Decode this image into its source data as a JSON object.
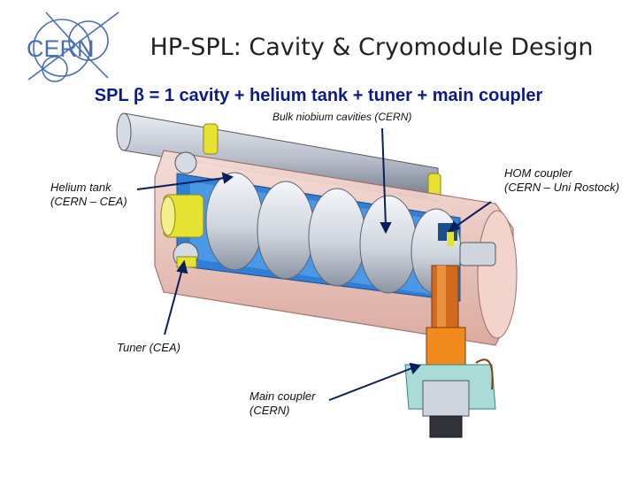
{
  "slide": {
    "title": "HP-SPL: Cavity & Cryomodule Design",
    "subtitle": "SPL β = 1 cavity + helium tank + tuner + main coupler",
    "logo_text": "CERN"
  },
  "labels": {
    "bulk": "Bulk niobium cavities (CERN)",
    "hom_line1": "HOM coupler",
    "hom_line2": "(CERN – Uni Rostock)",
    "helium_line1": "Helium tank",
    "helium_line2": "(CERN – CEA)",
    "tuner": "Tuner (CEA)",
    "coupler_line1": "Main coupler",
    "coupler_line2": "(CERN)"
  },
  "colors": {
    "logo": "#4a6fb5",
    "subtitle": "#0a1a8c",
    "vessel": "#f0c9c0",
    "tank": "#2f7fd6",
    "cavity": "#dfe3ea",
    "coupler_copper": "#d2691e",
    "coupler_orange": "#f08a1c",
    "box": "#a9dcd6",
    "bar": "#e6e232"
  }
}
